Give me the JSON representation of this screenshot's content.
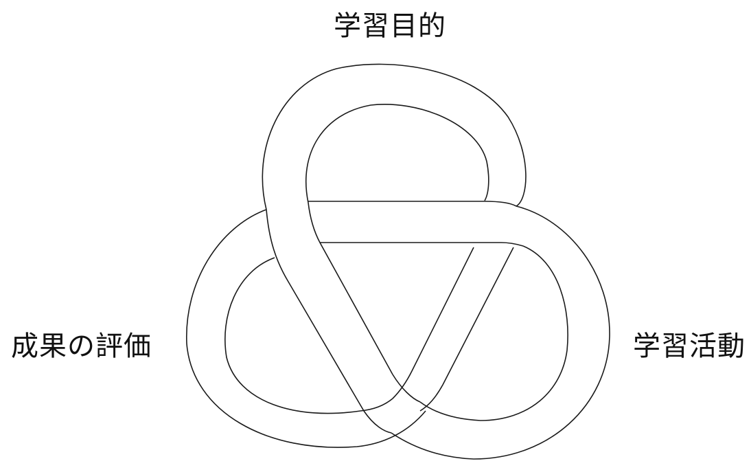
{
  "diagram": {
    "labels": {
      "top": "学習目的",
      "left": "成果の評価",
      "right": "学習活動"
    },
    "colors": {
      "stroke": "#1a1a1a",
      "band_fill": "#ffffff",
      "background": "#ffffff"
    }
  }
}
